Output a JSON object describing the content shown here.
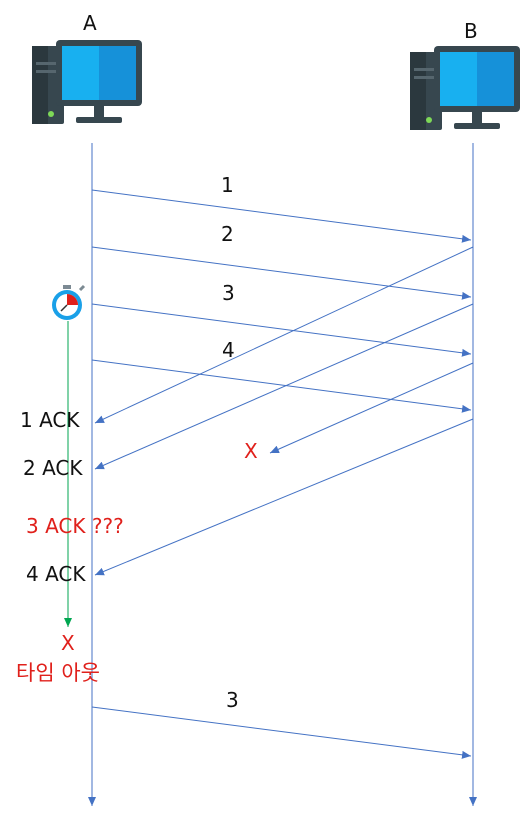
{
  "hosts": {
    "a": {
      "label": "A"
    },
    "b": {
      "label": "B"
    }
  },
  "packets": [
    {
      "label": "1"
    },
    {
      "label": "2"
    },
    {
      "label": "3"
    },
    {
      "label": "4"
    },
    {
      "label": "3"
    }
  ],
  "acks": [
    {
      "label": "1 ACK"
    },
    {
      "label": "2 ACK"
    },
    {
      "label": "3 ACK ???"
    },
    {
      "label": "4 ACK"
    }
  ],
  "lost_marker": "X",
  "timeout": {
    "marker": "X",
    "label": "타임 아웃"
  },
  "icons": {
    "computer": "desktop-computer-icon",
    "timer": "stopwatch-icon"
  },
  "colors": {
    "line": "#4472c4",
    "timer_line": "#00a651",
    "alert": "#e0201b",
    "monitor": "#1aa0e8",
    "case": "#37474f"
  }
}
